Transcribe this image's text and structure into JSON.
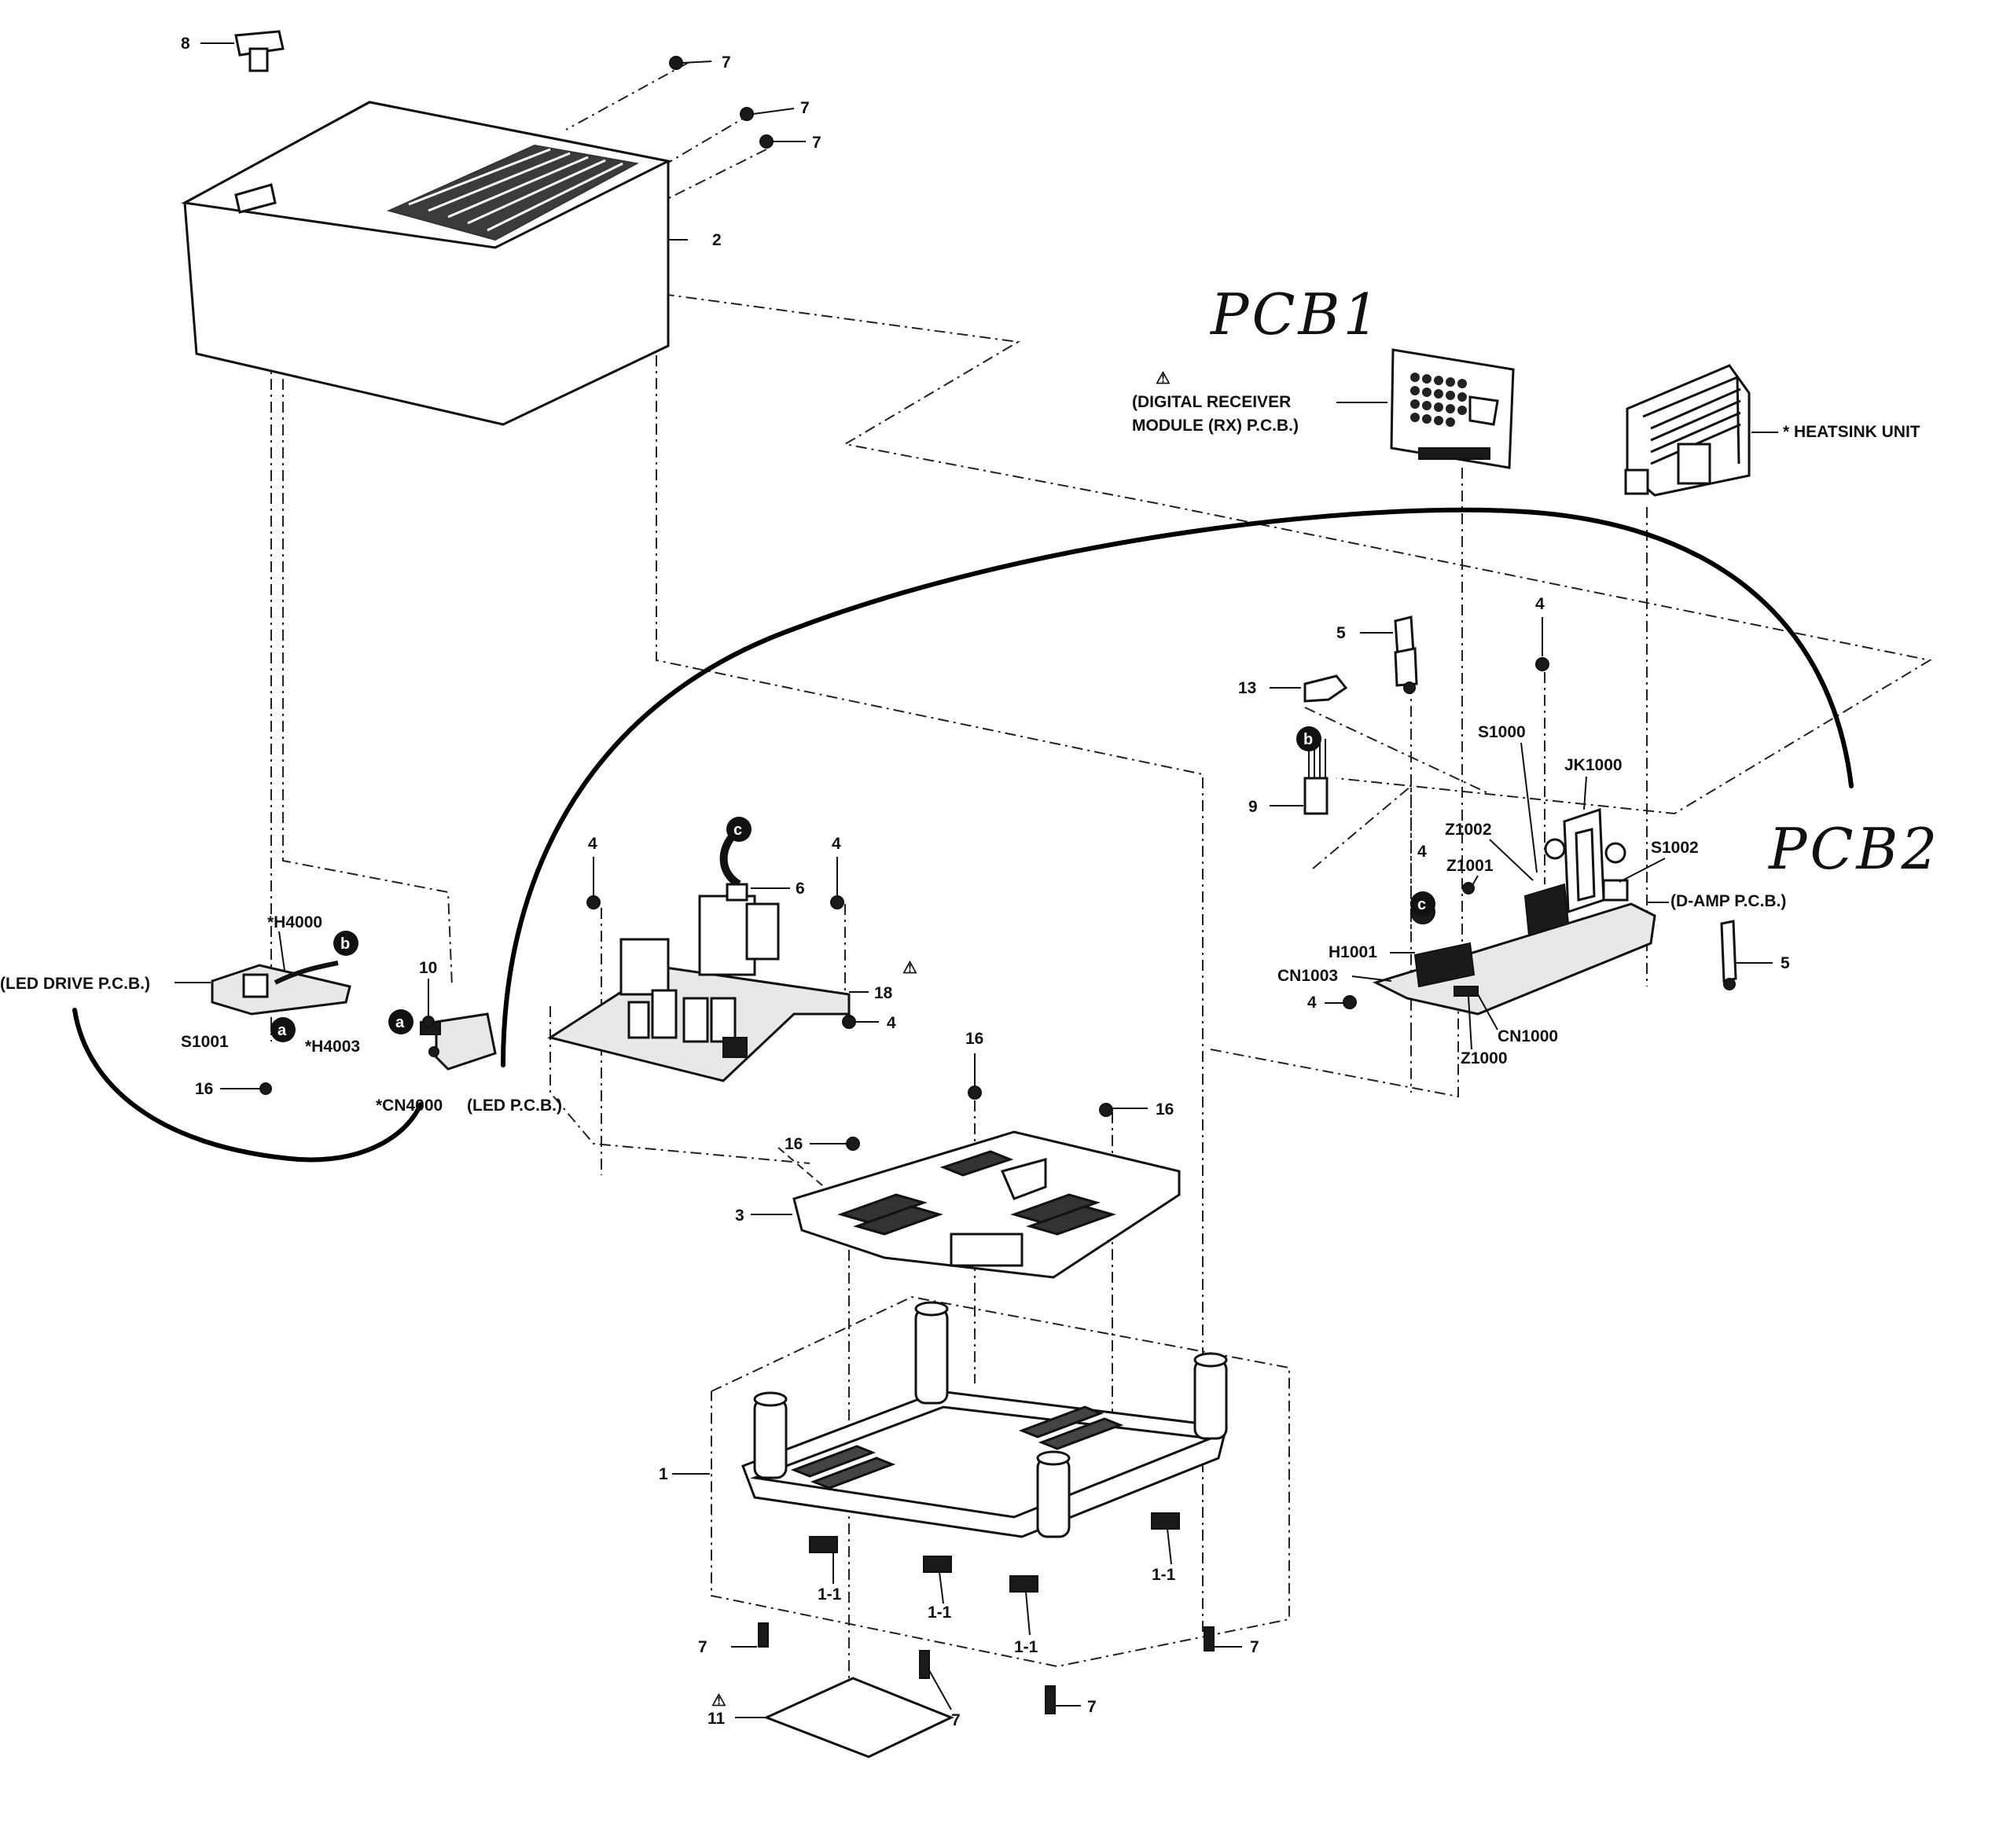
{
  "handwritten": {
    "pcb1": "PCB1",
    "pcb2": "PCB2"
  },
  "boards": {
    "digital_receiver_line1": "(DIGITAL RECEIVER",
    "digital_receiver_line2": "MODULE (RX) P.C.B.)",
    "heatsink": "* HEATSINK UNIT",
    "d_amp": "(D-AMP P.C.B.)",
    "led_drive": "(LED DRIVE P.C.B.)",
    "led": "(LED P.C.B.)"
  },
  "parts": {
    "p1": "1",
    "p1_1": "1-1",
    "p2": "2",
    "p3": "3",
    "p4": "4",
    "p5": "5",
    "p6": "6",
    "p7": "7",
    "p8": "8",
    "p9": "9",
    "p10": "10",
    "p11": "11",
    "p13": "13",
    "p16": "16",
    "p18": "18"
  },
  "refs": {
    "h4000": "*H4000",
    "h4003": "*H4003",
    "s1001": "S1001",
    "cn4000": "*CN4000",
    "s1000": "S1000",
    "jk1000": "JK1000",
    "z1002": "Z1002",
    "z1001": "Z1001",
    "s1002": "S1002",
    "h1001": "H1001",
    "cn1003": "CN1003",
    "cn1000": "CN1000",
    "z1000": "Z1000"
  },
  "markers": {
    "a": "a",
    "b": "b",
    "c": "c"
  },
  "warning_symbol": "⚠",
  "colors": {
    "ink": "#000000",
    "background": "#ffffff"
  }
}
